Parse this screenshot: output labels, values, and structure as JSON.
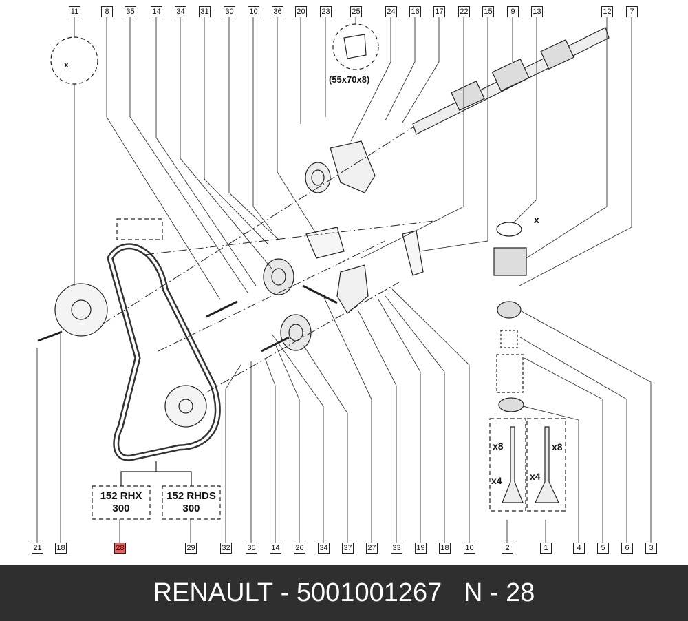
{
  "callouts_top": [
    "11",
    "8",
    "35",
    "14",
    "34",
    "31",
    "30",
    "10",
    "36",
    "20",
    "23",
    "25",
    "24",
    "16",
    "17",
    "22",
    "15",
    "9",
    "13",
    "12",
    "7"
  ],
  "callouts_bottom": [
    "21",
    "18",
    "28",
    "29",
    "32",
    "35",
    "14",
    "26",
    "34",
    "37",
    "27",
    "33",
    "19",
    "18",
    "10",
    "2",
    "1",
    "4",
    "5",
    "6",
    "3"
  ],
  "highlighted_callout": "28",
  "labels": {
    "seal_size": "(55x70x8)",
    "belt_a_line1": "152 RHX",
    "belt_a_line2": "300",
    "belt_b_line1": "152 RHDS",
    "belt_b_line2": "300",
    "qty_x8_left": "x8",
    "qty_x4_left": "x4",
    "qty_x8_right": "x8",
    "qty_x4_right": "x4",
    "dim_x_top": "x",
    "dim_x_gear": "x"
  },
  "footer": {
    "brand": "RENAULT",
    "separator": " - ",
    "part_number": "5001001267",
    "position": "N - 28"
  }
}
